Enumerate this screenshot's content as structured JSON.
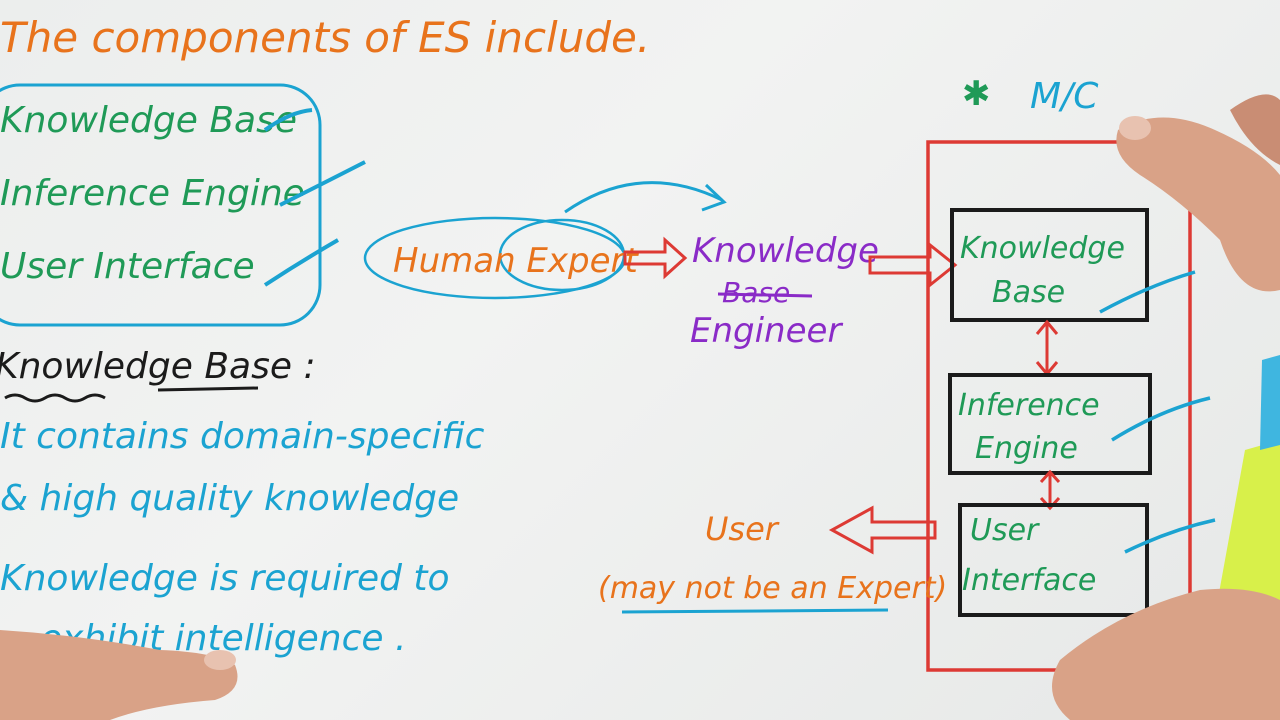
{
  "board": {
    "heading": "The components of ES include.",
    "components": [
      "Knowledge Base",
      "Inference Engine",
      "User Interface"
    ],
    "kb_heading": "Knowledge Base :",
    "kb_lines": [
      "It contains domain-specific",
      "& high quality knowledge",
      "Knowledge is required to",
      "exhibit intelligence ."
    ],
    "human_expert": "Human Expert",
    "knowledge_engineer_top": "Knowledge",
    "knowledge_engineer_struck": "Base",
    "knowledge_engineer_bottom": "Engineer",
    "mc_label": "M/C",
    "system_boxes": {
      "kb_line1": "Knowledge",
      "kb_line2": "Base",
      "ie_line1": "Inference",
      "ie_line2": "Engine",
      "ui_line1": "User",
      "ui_line2": "Interface"
    },
    "user_label": "User",
    "user_note": "(may not be an Expert)"
  },
  "colors": {
    "orange": "#e8731c",
    "green": "#1f9a57",
    "blue": "#1ba3d1",
    "purple": "#8a2bc7",
    "red": "#dd3a34",
    "black": "#1b1b1b",
    "skin": "#d9a287",
    "marker_yellow": "#d8f04a"
  }
}
